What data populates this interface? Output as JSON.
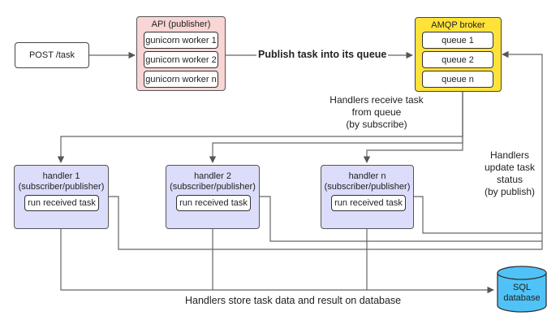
{
  "diagram": {
    "post": "POST /task",
    "api": {
      "title": "API (publisher)",
      "workers": [
        "gunicorn worker 1",
        "gunicorn worker 2",
        "gunicorn worker n"
      ]
    },
    "broker": {
      "title": "AMQP broker",
      "queues": [
        "queue 1",
        "queue 2",
        "queue n"
      ]
    },
    "handlers": [
      {
        "title": "handler 1",
        "role": "(subscriber/publisher)",
        "task": "run received task"
      },
      {
        "title": "handler 2",
        "role": "(subscriber/publisher)",
        "task": "run received task"
      },
      {
        "title": "handler n",
        "role": "(subscriber/publisher)",
        "task": "run received task"
      }
    ],
    "database": {
      "line1": "SQL",
      "line2": "database"
    },
    "labels": {
      "publish": "Publish task into its queue",
      "receive": [
        "Handlers receive task",
        "from queue",
        "(by subscribe)"
      ],
      "update": [
        "Handlers",
        "update task",
        "status",
        "(by publish)"
      ],
      "store": "Handlers store task data and result on database"
    },
    "colors": {
      "api_fill": "#f9d5d5",
      "broker_fill": "#ffe23a",
      "handler_fill": "#dcdcfb",
      "db_fill": "#4fc3f7",
      "line": "#666666"
    }
  }
}
